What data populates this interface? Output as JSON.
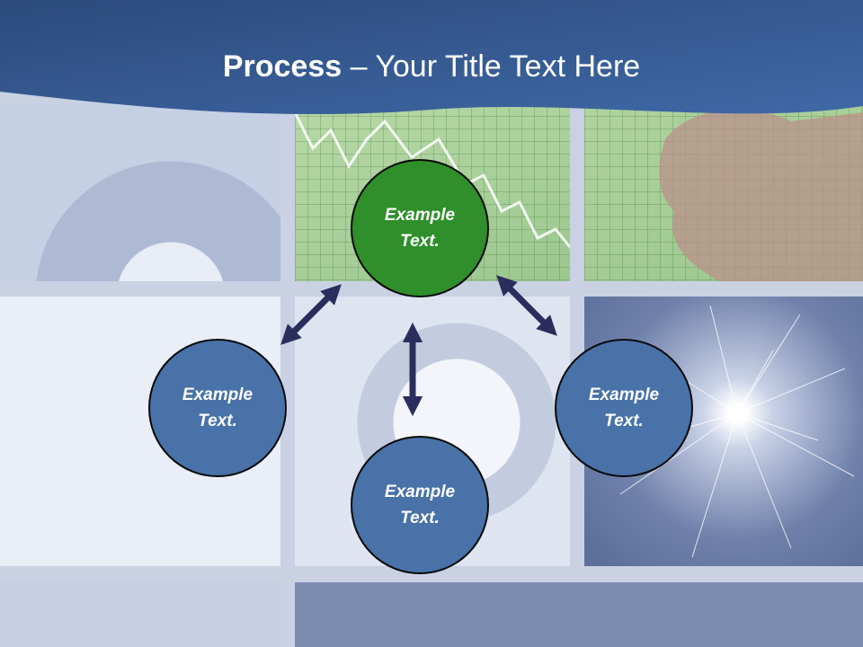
{
  "slide": {
    "title_bold": "Process",
    "title_rest": " – Your Title Text Here"
  },
  "nodes": {
    "top": {
      "text": "Example\nText.",
      "color": "#2f8f2a"
    },
    "left": {
      "text": "Example\nText.",
      "color": "#4872a8"
    },
    "right": {
      "text": "Example\nText.",
      "color": "#4872a8"
    },
    "bottom": {
      "text": "Example\nText.",
      "color": "#4872a8"
    }
  },
  "colors": {
    "header": "#2e4d80",
    "arrow": "#2b2e5c",
    "title_text": "#ffffff"
  }
}
